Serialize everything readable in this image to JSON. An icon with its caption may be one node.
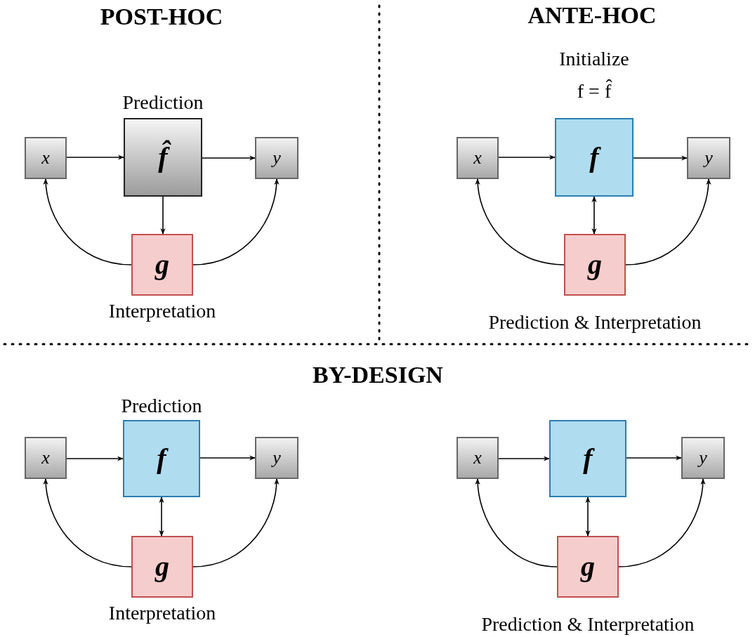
{
  "diagram": {
    "nodes": [
      {
        "text": [
          "x"
        ]
      },
      {
        "text": [
          "Prediction",
          "f̂"
        ]
      },
      {
        "text": [
          "y"
        ]
      },
      {
        "text": [
          "g",
          "Interpretation"
        ]
      },
      {
        "text": [
          "x"
        ]
      },
      {
        "text": [
          "Initialize",
          "f = f̂",
          "f"
        ]
      },
      {
        "text": [
          "y"
        ]
      },
      {
        "text": [
          "g",
          "Prediction & Interpretation"
        ]
      },
      {
        "text": [
          "x"
        ]
      },
      {
        "text": [
          "Prediction",
          "f"
        ]
      },
      {
        "text": [
          "y"
        ]
      },
      {
        "text": [
          "g",
          "Interpretation"
        ]
      },
      {
        "text": [
          "x"
        ]
      },
      {
        "text": [
          "f"
        ]
      },
      {
        "text": [
          "y"
        ]
      },
      {
        "text": [
          "g",
          "Prediction & Interpretation"
        ]
      }
    ],
    "edges": [
      {
        "from": 0,
        "to": 1,
        "arrow": "to"
      },
      {
        "from": 1,
        "to": 2,
        "arrow": "to"
      },
      {
        "from": 1,
        "to": 3,
        "arrow": "to"
      },
      {
        "from": 3,
        "to": 0,
        "arrow": "to"
      },
      {
        "from": 3,
        "to": 2,
        "arrow": "to"
      },
      {
        "from": 4,
        "to": 5,
        "arrow": "to"
      },
      {
        "from": 5,
        "to": 6,
        "arrow": "to"
      },
      {
        "from": 5,
        "to": 7,
        "arrow": "both"
      },
      {
        "from": 7,
        "to": 4,
        "arrow": "to"
      },
      {
        "from": 7,
        "to": 6,
        "arrow": "to"
      },
      {
        "from": 8,
        "to": 9,
        "arrow": "to"
      },
      {
        "from": 9,
        "to": 10,
        "arrow": "to"
      },
      {
        "from": 9,
        "to": 11,
        "arrow": "both"
      },
      {
        "from": 11,
        "to": 8,
        "arrow": "to"
      },
      {
        "from": 11,
        "to": 10,
        "arrow": "to"
      },
      {
        "from": 12,
        "to": 13,
        "arrow": "to"
      },
      {
        "from": 13,
        "to": 14,
        "arrow": "to"
      },
      {
        "from": 13,
        "to": 15,
        "arrow": "both"
      },
      {
        "from": 15,
        "to": 12,
        "arrow": "to"
      },
      {
        "from": 15,
        "to": 14,
        "arrow": "to"
      }
    ],
    "labels": [
      "POST-HOC",
      "ANTE-HOC",
      "BY-DESIGN"
    ]
  }
}
